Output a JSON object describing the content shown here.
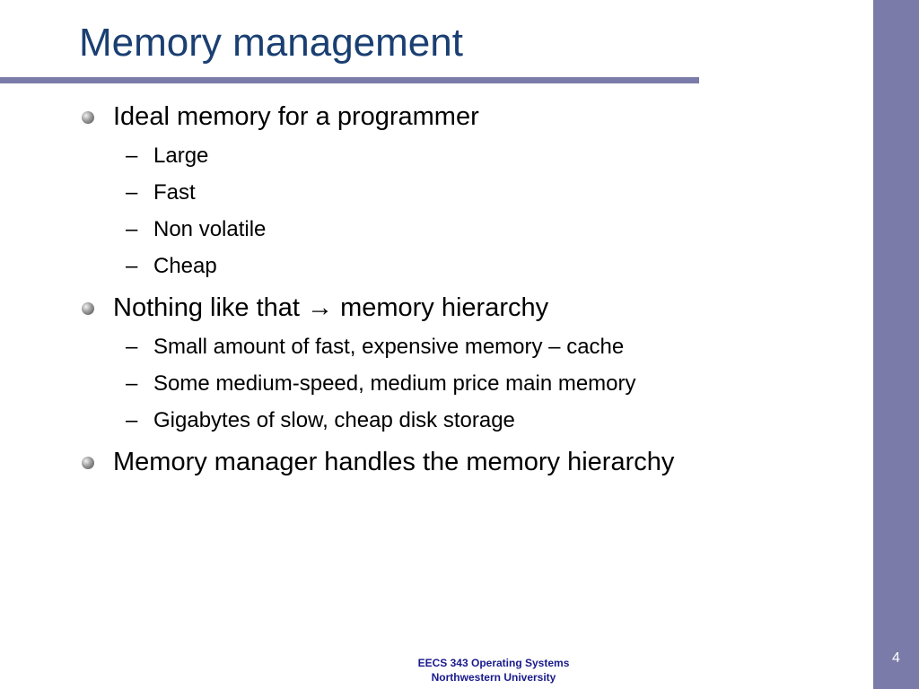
{
  "slide": {
    "title": "Memory management",
    "page_number": "4"
  },
  "content": {
    "bullets": [
      {
        "text": "Ideal memory for a programmer",
        "subitems": [
          "Large",
          "Fast",
          "Non volatile",
          "Cheap"
        ]
      },
      {
        "text": "Nothing like that → memory hierarchy",
        "subitems": [
          "Small amount of fast, expensive memory – cache",
          "Some medium-speed, medium price main memory",
          "Gigabytes of slow, cheap disk storage"
        ]
      },
      {
        "text": "Memory manager handles the memory hierarchy",
        "subitems": []
      }
    ],
    "dash_symbol": "–"
  },
  "footer": {
    "line1": "EECS 343 Operating Systems",
    "line2": "Northwestern University"
  },
  "colors": {
    "accent": "#7b7ba9",
    "title": "#1a3f72",
    "footer_text": "#1a1a8c",
    "body_text": "#000000",
    "background": "#ffffff"
  }
}
